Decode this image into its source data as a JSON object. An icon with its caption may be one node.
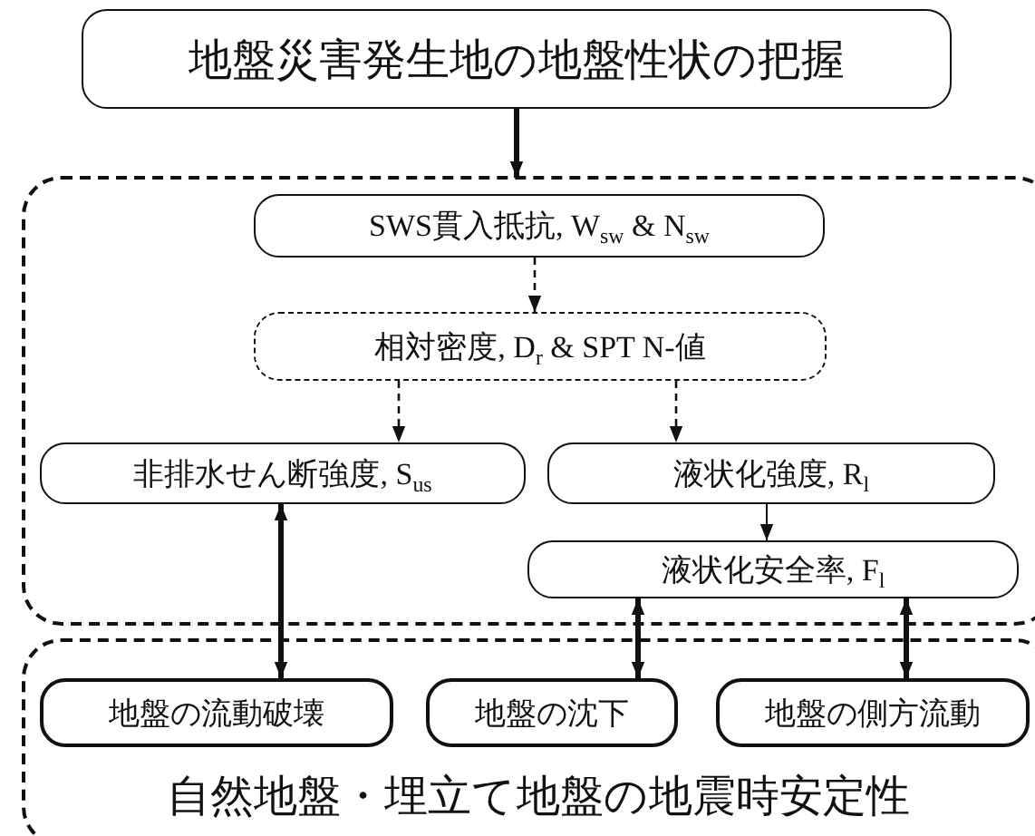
{
  "diagram": {
    "nodes": [
      {
        "text": [
          "地盤災害発生地の地盤性状の把握"
        ]
      },
      {
        "text": [],
        "shape": "box"
      },
      {
        "text": [
          "SWS貫入抵抗, W$_{sw}$ & N$_{sw}$"
        ],
        "in": 1
      },
      {
        "text": [
          "相対密度, D$_{r}$ & SPT N-値"
        ],
        "in": 1
      },
      {
        "text": [
          "非排水せん断強度, S$_{us}$"
        ],
        "in": 1
      },
      {
        "text": [
          "液状化強度, R$_{l}$"
        ],
        "in": 1
      },
      {
        "text": [
          "液状化安全率, F$_{l}$"
        ],
        "in": 1
      },
      {
        "text": [
          "自然地盤・埋立て地盤の地震時安定性"
        ]
      },
      {
        "text": [
          "地盤の流動破壊"
        ],
        "in": 7
      },
      {
        "text": [
          "地盤の沈下"
        ],
        "in": 7
      },
      {
        "text": [
          "地盤の側方流動"
        ],
        "in": 7
      }
    ],
    "edges": [
      {
        "from": 0,
        "to": 1,
        "arrow": "to",
        "style": "thick"
      },
      {
        "from": 2,
        "to": 3,
        "arrow": "to",
        "style": "dashed"
      },
      {
        "from": 3,
        "to": 4,
        "arrow": "to",
        "style": "dashed"
      },
      {
        "from": 3,
        "to": 5,
        "arrow": "to",
        "style": "dashed"
      },
      {
        "from": 5,
        "to": 6,
        "arrow": "to"
      },
      {
        "from": 4,
        "to": 8,
        "arrow": "both",
        "style": "thick"
      },
      {
        "from": 6,
        "to": 9,
        "arrow": "both",
        "style": "thick"
      },
      {
        "from": 6,
        "to": 10,
        "arrow": "both",
        "style": "thick"
      }
    ]
  }
}
